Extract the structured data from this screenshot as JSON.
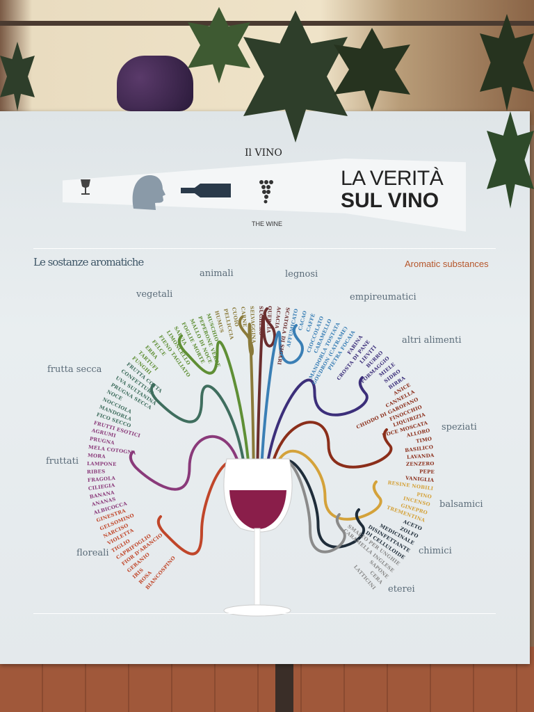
{
  "header": {
    "title_small": "Il VINO",
    "title_line1": "LA VERITÀ",
    "title_line2": "SUL VINO",
    "wine_label": "THE WINE"
  },
  "subtitle_it": "Le sostanze aromatiche",
  "subtitle_en": "Aromatic substances",
  "categories": [
    {
      "name": "floreali",
      "color": "#c0462a",
      "items": [
        "BIANCOSPINO",
        "ROSA",
        "IRIS",
        "GERANIO",
        "FIOR D'ARANCIO",
        "CAPRIFOGLIO",
        "TIGLIO",
        "VIOLETTA",
        "NARCISO",
        "GELSOMINO",
        "GINESTRA"
      ]
    },
    {
      "name": "fruttati",
      "color": "#8a3a7a",
      "items": [
        "ALBICOCCA",
        "ANANAS",
        "BANANA",
        "CILIEGIA",
        "FRAGOLA",
        "RIBES",
        "LAMPONE",
        "MORA",
        "MELA COTOGNA",
        "PRUGNA",
        "AGRUMI",
        "FRUTTI ESOTICI"
      ]
    },
    {
      "name": "frutta secca",
      "color": "#3f6e5e",
      "items": [
        "FICO SECCO",
        "MANDORLA",
        "NOCCIOLA",
        "NOCE",
        "PRUGNA SECCA",
        "UVA SULTANINA",
        "CONFETTURA",
        "FRUTTA COTTA"
      ]
    },
    {
      "name": "vegetali",
      "color": "#5f8f35",
      "items": [
        "FUNGHI",
        "TARTUFI",
        "ERBA",
        "FELCE",
        "FIENO TAGLIATO",
        "LIMONCELLO",
        "SALVIA",
        "FOGLIE MORTE",
        "MALLO DI NOCE",
        "PEPERONE VERDE",
        "MUSCHIO"
      ]
    },
    {
      "name": "animali",
      "color": "#8a7a3a",
      "items": [
        "HUMUS",
        "PELLICCIA",
        "CUOIO",
        "CARNE",
        "SELVAGGINA"
      ]
    },
    {
      "name": "legnosi",
      "color": "#6b2e2e",
      "items": [
        "SUGHERO",
        "QUERCIA",
        "ACACIA",
        "SCATOLA DI SIGARI"
      ]
    },
    {
      "name": "empireumatici",
      "color": "#3a7fb5",
      "items": [
        "AFFUMICATO",
        "CACAO",
        "CAFFÈ",
        "CIOCCOLATO",
        "CARAMELLO",
        "MANDORLA TOSTATA",
        "GOUDRON (CATRAME)",
        "PIETRA FOCAIA"
      ]
    },
    {
      "name": "altri alimenti",
      "color": "#3c2f7a",
      "items": [
        "FARINA",
        "CROSTA DI PANE",
        "LIEVITI",
        "BURRO",
        "FORMAGGIO",
        "MIELE",
        "SIDRO",
        "BIRRA"
      ]
    },
    {
      "name": "speziati",
      "color": "#8b2e1a",
      "items": [
        "ANICE",
        "CANNELLA",
        "CHIODO DI GAROFANO",
        "FINOCCHIO",
        "LIQUIRIZIA",
        "NOCE MOSCATA",
        "ALLORO",
        "TIMO",
        "BASILICO",
        "LAVANDA",
        "ZENZERO",
        "PEPE",
        "VANIGLIA"
      ]
    },
    {
      "name": "balsamici",
      "color": "#d4a23a",
      "items": [
        "RESINE NOBILI",
        "PINO",
        "INCENSO",
        "GINEPRO",
        "TREMENTINA"
      ]
    },
    {
      "name": "chimici",
      "color": "#1f2d3a",
      "items": [
        "ACETO",
        "ZOLFO",
        "MEDICINALE",
        "DISINFETTANTE",
        "DI CELLULOIDE"
      ]
    },
    {
      "name": "eterei",
      "color": "#8a8a8a",
      "items": [
        "SMALTO PER UNGHIE",
        "CARAMELLA INGLESE",
        "SAPONE",
        "CERA",
        "LATTICINI"
      ]
    }
  ],
  "colors": {
    "wine": "#8a1e4a",
    "title": "#222222",
    "accent_en": "#b5552a"
  }
}
